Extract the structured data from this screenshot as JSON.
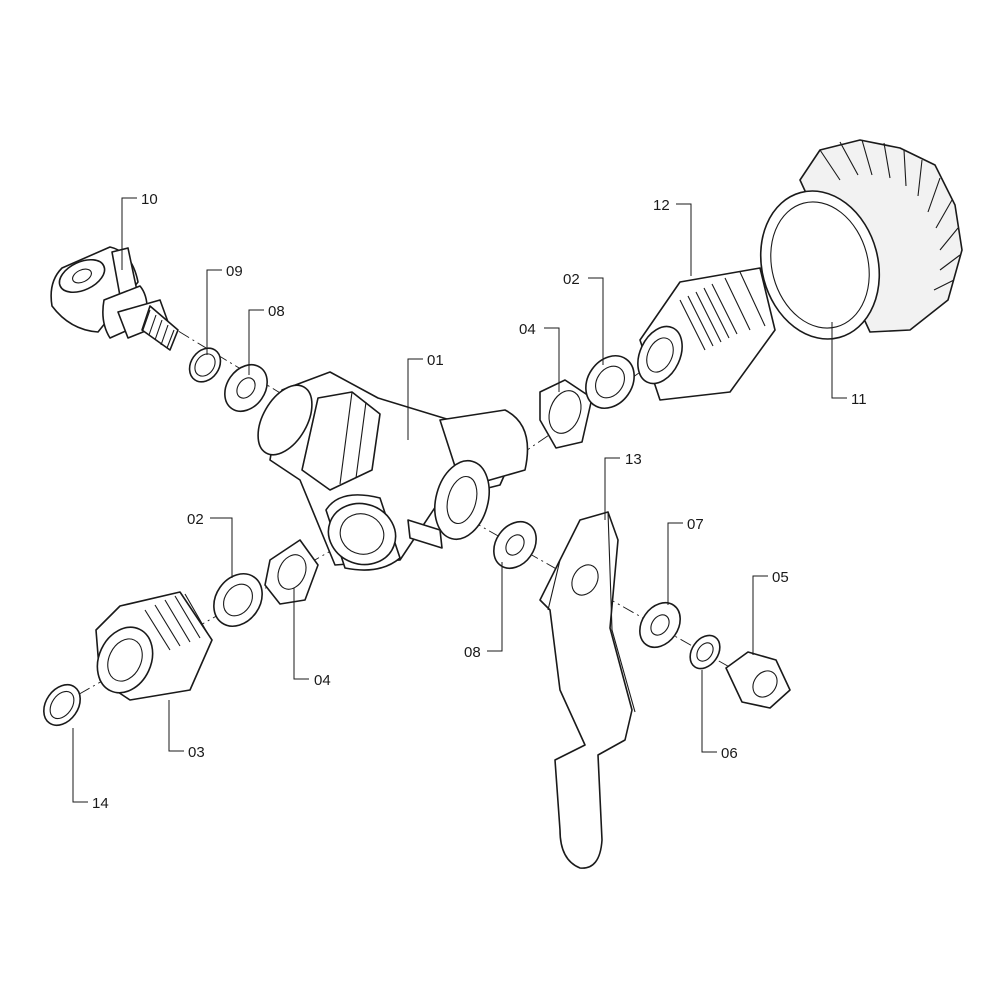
{
  "callouts": {
    "p01": "01",
    "p02a": "02",
    "p02b": "02",
    "p03": "03",
    "p04a": "04",
    "p04b": "04",
    "p05": "05",
    "p06": "06",
    "p07": "07",
    "p08a": "08",
    "p08b": "08",
    "p09": "09",
    "p10": "10",
    "p11": "11",
    "p12": "12",
    "p13": "13",
    "p14": "14"
  }
}
